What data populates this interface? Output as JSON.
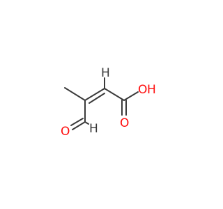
{
  "molecule": {
    "colors": {
      "bond": "#3a3a3a",
      "oxygen": "#ff0d0d",
      "hydrogen": "#3a3a3a"
    },
    "atoms": {
      "aldehyde_h": "H",
      "aldehyde_o": "O",
      "carbonyl_o": "O",
      "hydroxyl_o": "O",
      "hydroxyl_h": "H",
      "vinyl_h": "H"
    }
  }
}
